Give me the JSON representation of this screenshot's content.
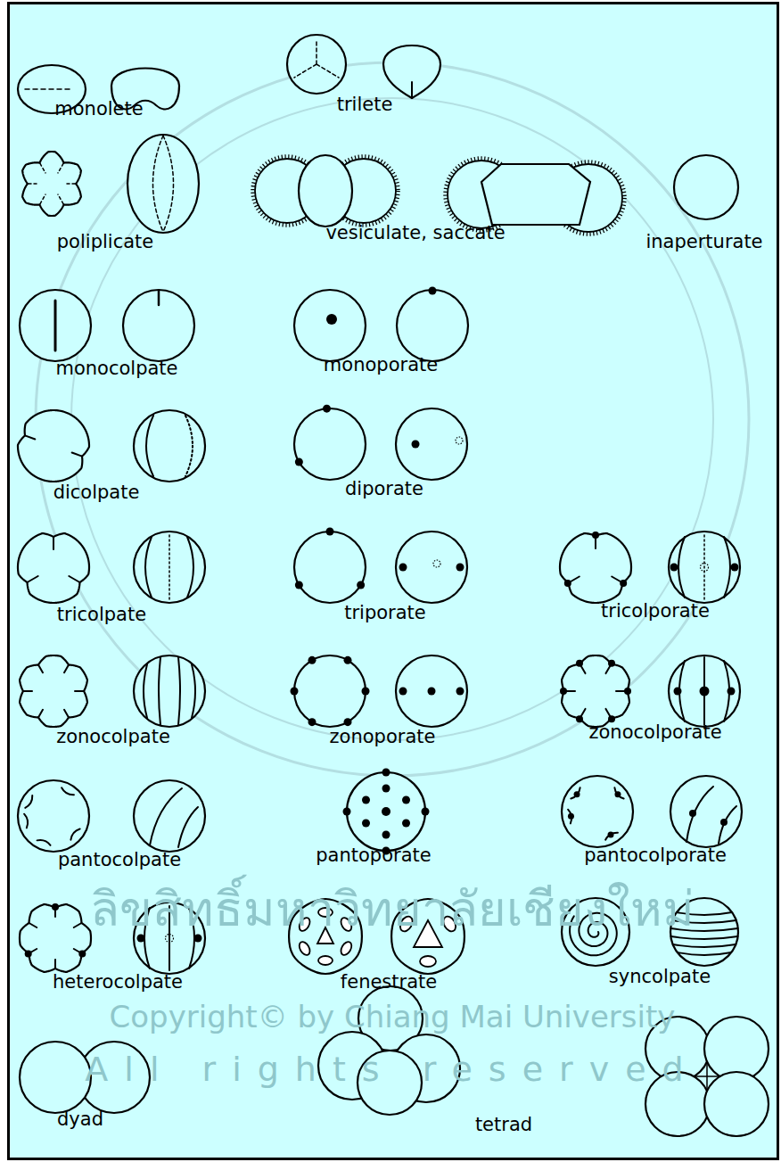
{
  "diagram": {
    "labels": [
      "monolete",
      "trilete",
      "poliplicate",
      "vesiculate, saccate",
      "inaperturate",
      "monocolpate",
      "monoporate",
      "dicolpate",
      "diporate",
      "tricolpate",
      "triporate",
      "tricolporate",
      "zonocolpate",
      "zonoporate",
      "zonocolporate",
      "pantocolpate",
      "pantoporate",
      "pantocolporate",
      "heterocolpate",
      "fenestrate",
      "syncolpate",
      "dyad",
      "tetrad",
      "ลิขสิทธิ์มหาวิทยาลัยเชียงใหม่",
      "Copyright© by Chiang Mai University",
      "All rights reserved"
    ]
  }
}
